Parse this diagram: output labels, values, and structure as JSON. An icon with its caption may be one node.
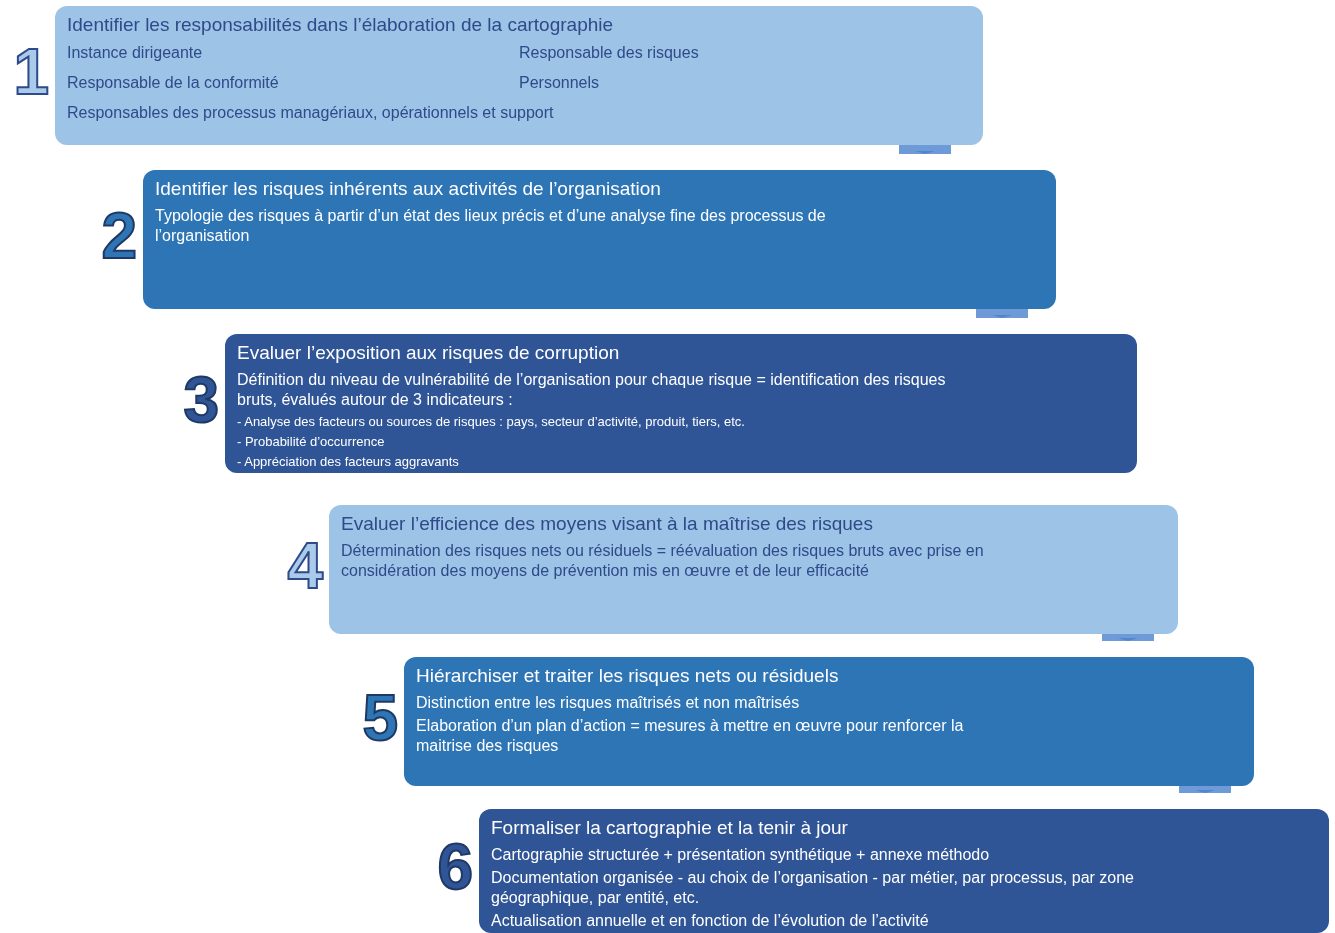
{
  "diagram": {
    "nodes": [
      {
        "text": [
          "Identifier les responsabilités dans l’élaboration de la cartographie",
          "Instance dirigeante",
          "Responsable des risques",
          "Responsable de la conformité",
          "Personnels",
          "Responsables des processus managériaux, opérationnels et support"
        ],
        "beside": [
          "1"
        ]
      },
      {
        "text": [
          "Identifier les risques inhérents aux activités de l’organisation",
          "Typologie des risques à partir d’un état des lieux précis et d’une analyse fine des processus de l’organisation"
        ],
        "beside": [
          "2"
        ]
      },
      {
        "text": [
          "Evaluer l’exposition aux risques de corruption",
          "Définition du niveau de vulnérabilité de l’organisation pour chaque risque = identification des risques bruts, évalués autour de 3 indicateurs :",
          "- Analyse des facteurs ou sources de risques : pays, secteur d’activité, produit, tiers, etc.",
          "- Probabilité d’occurrence",
          "- Appréciation des facteurs aggravants"
        ],
        "beside": [
          "3"
        ]
      },
      {
        "text": [
          "Evaluer l’efficience des moyens visant à la maîtrise des risques",
          "Détermination des risques nets ou résiduels = réévaluation des risques bruts avec prise en considération des moyens de prévention mis en œuvre et de leur efficacité"
        ],
        "beside": [
          "4"
        ]
      },
      {
        "text": [
          "Hiérarchiser et traiter les risques nets ou résiduels",
          "Distinction entre les risques maîtrisés et non maîtrisés",
          "Elaboration d’un plan d’action = mesures à mettre en œuvre pour renforcer la maitrise des risques"
        ],
        "beside": [
          "5"
        ]
      },
      {
        "text": [
          "Formaliser la cartographie et la tenir à jour",
          "Cartographie structurée + présentation synthétique + annexe méthodo",
          "Documentation organisée - au choix de l’organisation - par métier, par processus, par zone géographique, par entité, etc.",
          "Actualisation annuelle et en fonction de l’évolution de l’activité"
        ],
        "beside": [
          "6"
        ]
      }
    ],
    "edges": [
      {
        "from": 0,
        "to": 1,
        "arrow": "to"
      },
      {
        "from": 1,
        "to": 2,
        "arrow": "to"
      },
      {
        "from": 3,
        "to": 4,
        "arrow": "to"
      },
      {
        "from": 4,
        "to": 5,
        "arrow": "to"
      }
    ]
  }
}
